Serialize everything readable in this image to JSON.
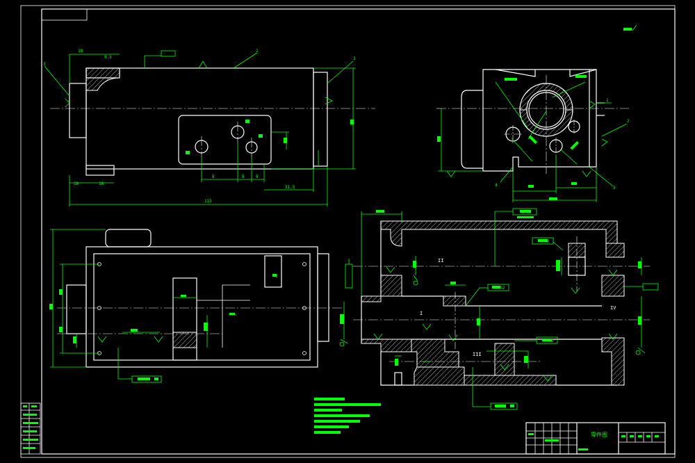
{
  "views": {
    "top": {
      "dims": [
        "18",
        "9.5",
        "18",
        "18",
        "115",
        "8",
        "8",
        "8",
        "31.5"
      ],
      "callouts": [
        "1",
        "2",
        "3"
      ]
    },
    "side": {
      "callouts": [
        "1",
        "2",
        "3",
        "4"
      ]
    },
    "sections": {
      "labels": [
        "I",
        "II",
        "III",
        "IV"
      ],
      "tolerance_values": [
        "0.03",
        "0.02",
        "0.02",
        "0.02",
        "0.03"
      ]
    }
  },
  "title_block": {
    "drawing_name": "零件图"
  },
  "colors": {
    "background": "#000000",
    "outline": "#ffffff",
    "annotation": "#00ff00",
    "centerline": "#ffffff"
  }
}
